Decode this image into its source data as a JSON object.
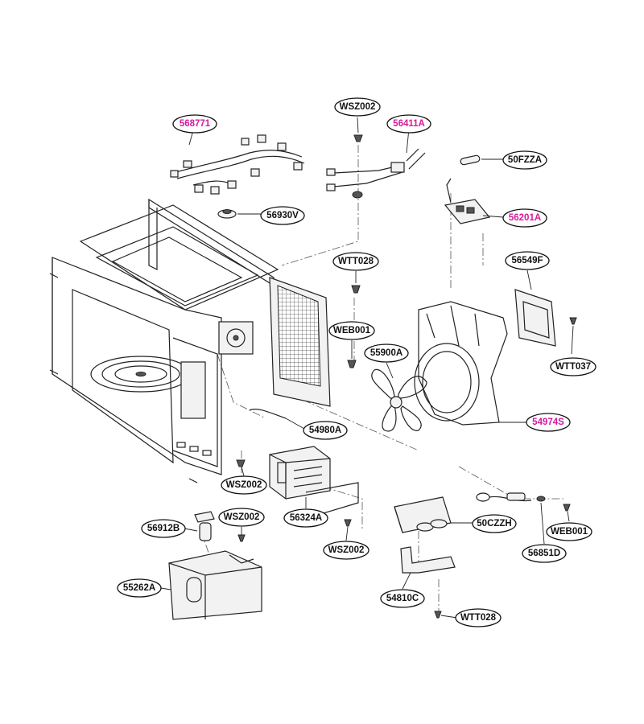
{
  "colors": {
    "line": "#222222",
    "standard_label": "#111111",
    "highlight_label": "#d6199c"
  },
  "callouts": [
    {
      "id": "568771",
      "label": "568771",
      "highlight": true
    },
    {
      "id": "WSZ002-top",
      "label": "WSZ002",
      "highlight": false
    },
    {
      "id": "56411A",
      "label": "56411A",
      "highlight": true
    },
    {
      "id": "50FZZA",
      "label": "50FZZA",
      "highlight": false
    },
    {
      "id": "56201A",
      "label": "56201A",
      "highlight": true
    },
    {
      "id": "56930V",
      "label": "56930V",
      "highlight": false
    },
    {
      "id": "WTT028-top",
      "label": "WTT028",
      "highlight": false
    },
    {
      "id": "56549F",
      "label": "56549F",
      "highlight": false
    },
    {
      "id": "WEB001-mid",
      "label": "WEB001",
      "highlight": false
    },
    {
      "id": "55900A",
      "label": "55900A",
      "highlight": false
    },
    {
      "id": "WTT037",
      "label": "WTT037",
      "highlight": false
    },
    {
      "id": "54974S",
      "label": "54974S",
      "highlight": true
    },
    {
      "id": "54980A",
      "label": "54980A",
      "highlight": false
    },
    {
      "id": "WSZ002-left",
      "label": "WSZ002",
      "highlight": false
    },
    {
      "id": "56324A",
      "label": "56324A",
      "highlight": false
    },
    {
      "id": "56912B",
      "label": "56912B",
      "highlight": false
    },
    {
      "id": "WSZ002-bottom",
      "label": "WSZ002",
      "highlight": false
    },
    {
      "id": "WSZ002-right",
      "label": "WSZ002",
      "highlight": false
    },
    {
      "id": "55262A",
      "label": "55262A",
      "highlight": false
    },
    {
      "id": "50CZZH",
      "label": "50CZZH",
      "highlight": false
    },
    {
      "id": "WEB001-right",
      "label": "WEB001",
      "highlight": false
    },
    {
      "id": "56851D",
      "label": "56851D",
      "highlight": false
    },
    {
      "id": "54810C",
      "label": "54810C",
      "highlight": false
    },
    {
      "id": "WTT028-bottom",
      "label": "WTT028",
      "highlight": false
    }
  ]
}
